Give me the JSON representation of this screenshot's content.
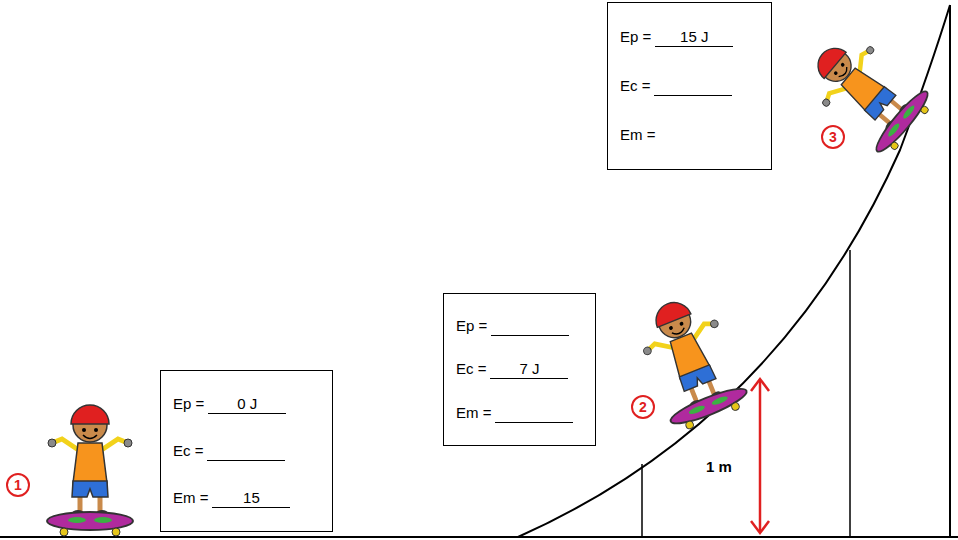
{
  "diagram": {
    "nodes": [
      {
        "text": [
          "Ep =",
          "0 J",
          "Ec =",
          "Em =",
          "15"
        ]
      },
      {
        "text": [
          "Ep =",
          "Ec =",
          "7 J",
          "Em ="
        ]
      },
      {
        "text": [
          "Ep =",
          "15 J",
          "Ec =",
          "Em ="
        ]
      }
    ],
    "labels": [
      "1",
      "2",
      "1 m",
      "3"
    ]
  }
}
